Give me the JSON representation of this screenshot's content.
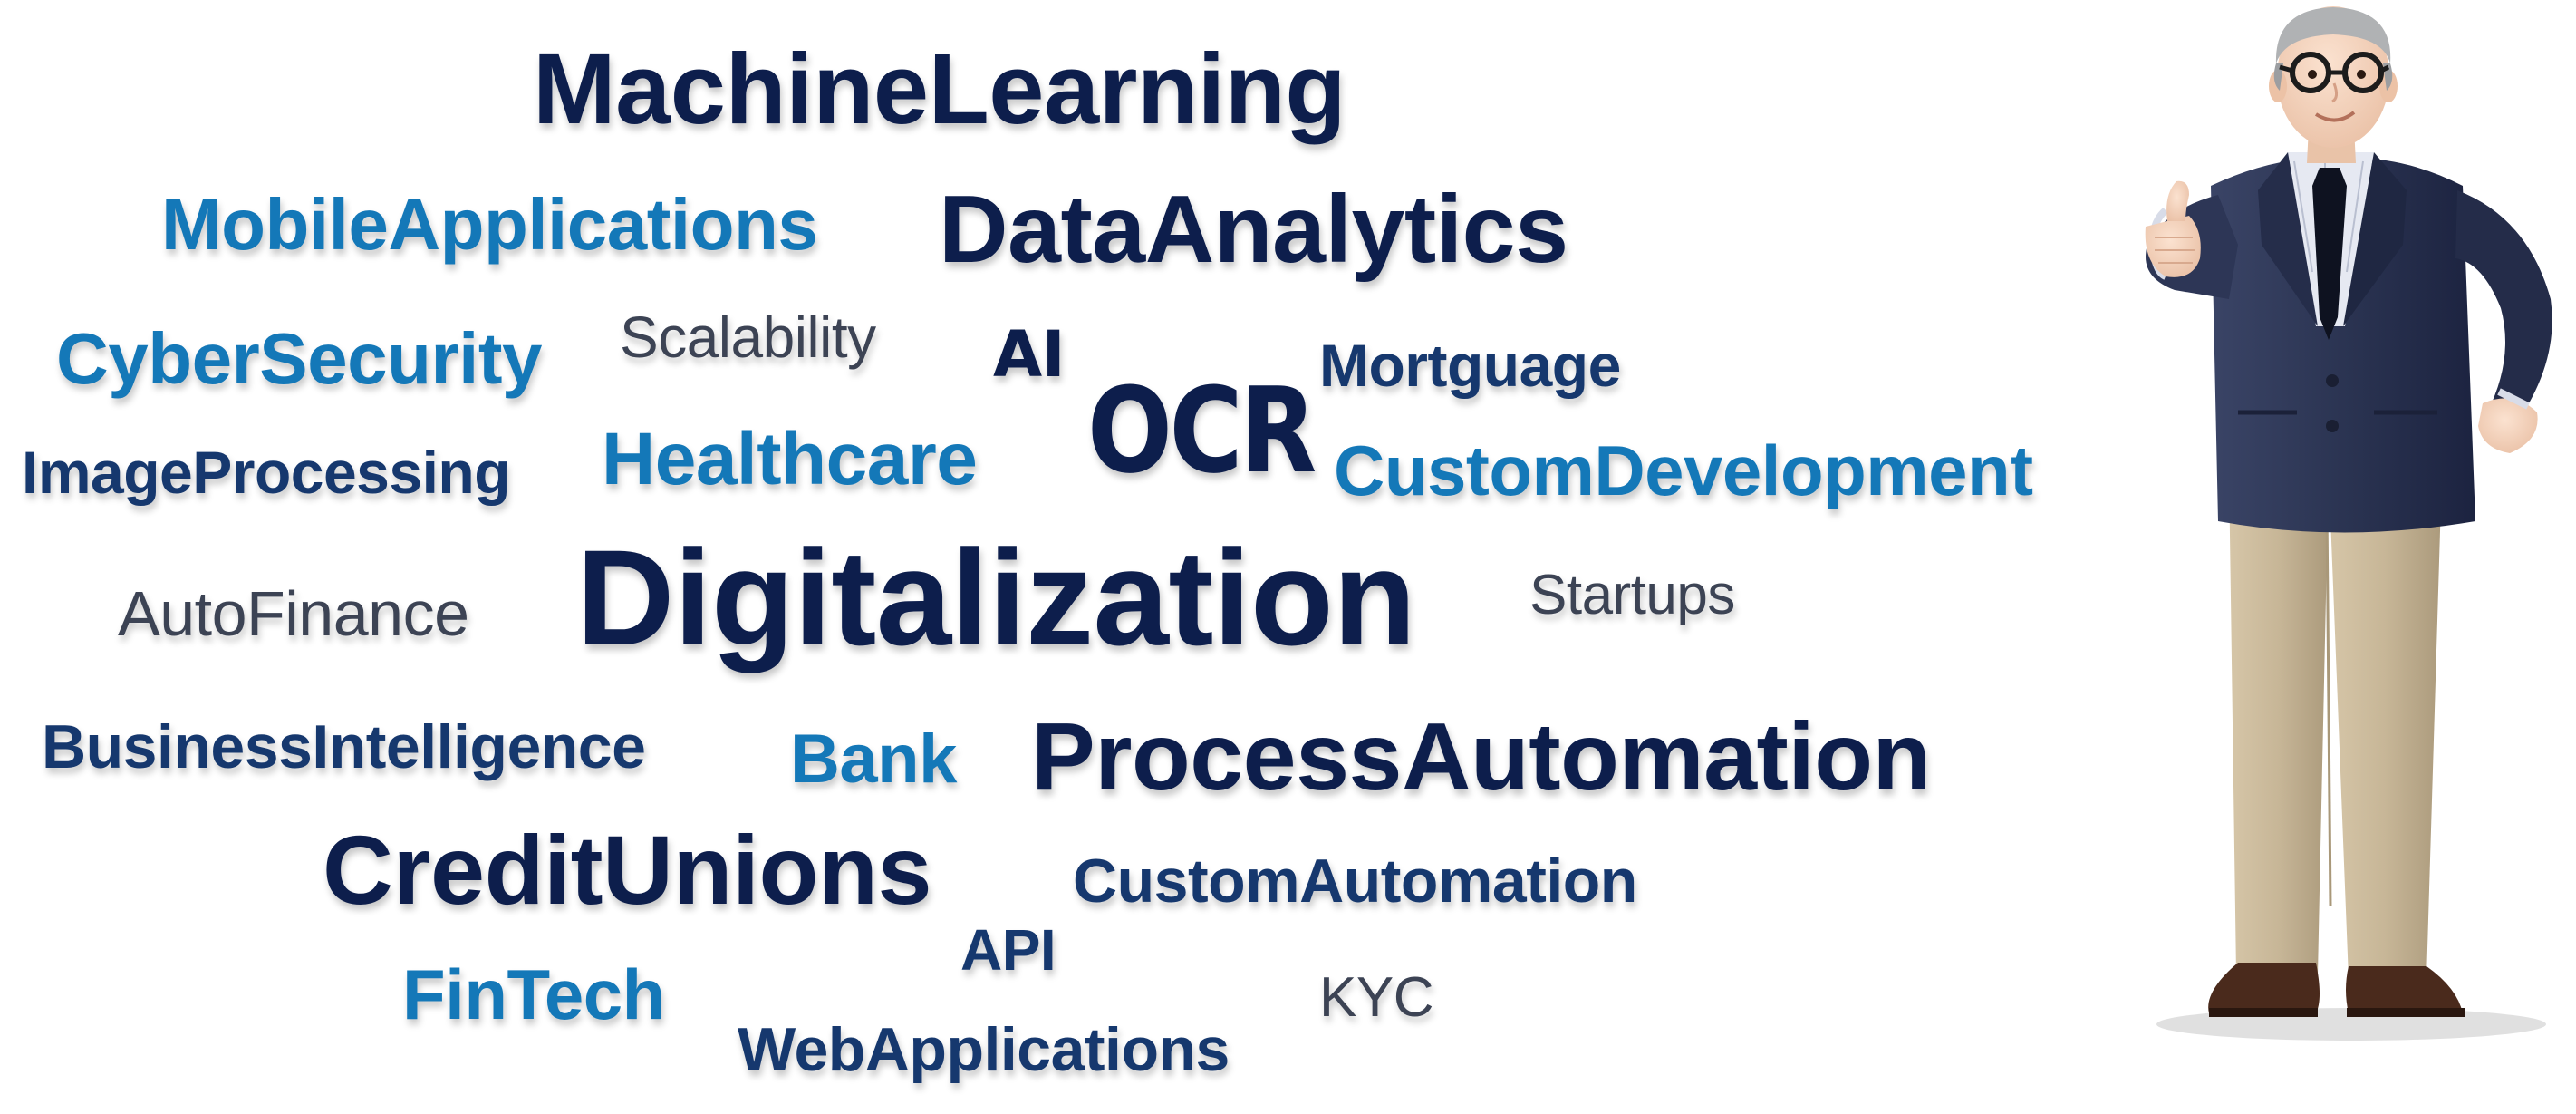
{
  "words": {
    "machine_learning": "MachineLearning",
    "mobile_applications": "MobileApplications",
    "data_analytics": "DataAnalytics",
    "cyber_security": "CyberSecurity",
    "scalability": "Scalability",
    "ai": "AI",
    "mortguage": "Mortguage",
    "ocr": "OCR",
    "image_processing": "ImageProcessing",
    "healthcare": "Healthcare",
    "custom_development": "CustomDevelopment",
    "digitalization": "Digitalization",
    "startups": "Startups",
    "auto_finance": "AutoFinance",
    "business_intelligence": "BusinessIntelligence",
    "bank": "Bank",
    "process_automation": "ProcessAutomation",
    "credit_unions": "CreditUnions",
    "custom_automation": "CustomAutomation",
    "api": "API",
    "fintech": "FinTech",
    "kyc": "KYC",
    "web_applications": "WebApplications"
  },
  "colors": {
    "navy": "#0d1e4c",
    "blue": "#1478b8",
    "mid_blue": "#16386e",
    "gray": "#3c4354",
    "suit": "#2b3452",
    "trousers": "#c7b697",
    "shoes": "#4a2a1c",
    "skin": "#f3d3bd",
    "hair": "#b0b2b4"
  },
  "figure": {
    "icon": "businessman-thumbs-up-icon"
  }
}
